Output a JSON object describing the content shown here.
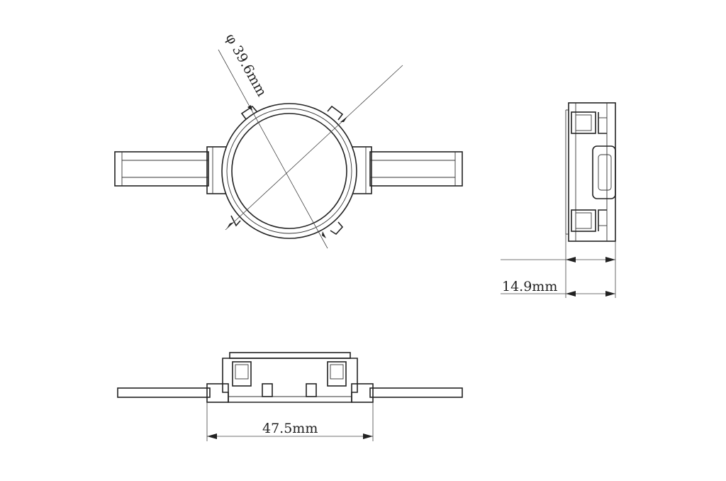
{
  "dimensions": {
    "diameter_label": "φ 39.6mm",
    "height_label": "14.9mm",
    "width_label": "47.5mm"
  }
}
